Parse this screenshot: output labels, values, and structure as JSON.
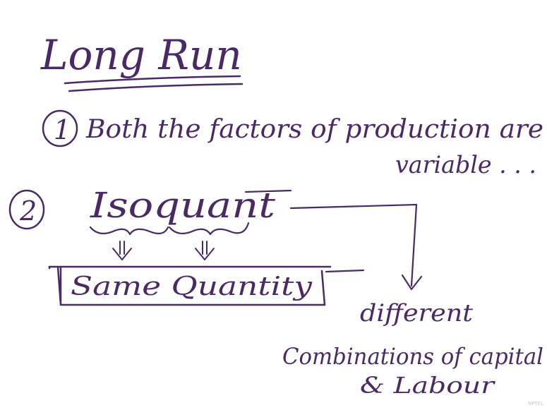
{
  "heading": "Long Run",
  "point1": {
    "number": "1",
    "line1": "Both the factors of production are",
    "line2": "variable . . ."
  },
  "point2": {
    "number": "2",
    "term": "Isoquant",
    "meaning": "Same Quantity",
    "result_line1": "different",
    "result_line2": "Combinations of capital",
    "result_line3": "& Labour"
  },
  "watermark": "NPTEL",
  "colors": {
    "ink": "#4a2a66",
    "background": "#ffffff"
  }
}
